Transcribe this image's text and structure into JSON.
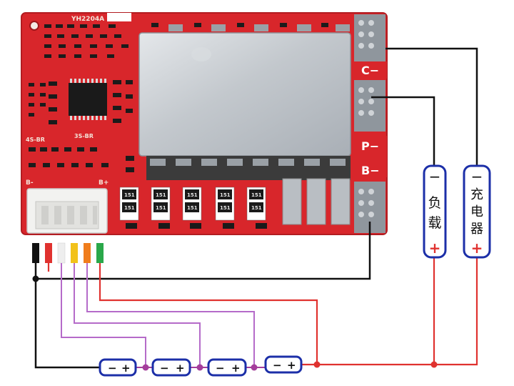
{
  "board": {
    "model": "YH2204A",
    "silk_left": "4S-BR",
    "silk_mid": "3S-BR",
    "silk_bminus": "B-",
    "silk_bplus": "B+",
    "resistor_code": "151"
  },
  "terminals": {
    "c_minus": "C−",
    "p_minus": "P−",
    "b_minus": "B−"
  },
  "load": {
    "minus": "−",
    "label_1": "负",
    "label_2": "载",
    "plus": "+"
  },
  "charger": {
    "minus": "−",
    "label_1": "充",
    "label_2": "电",
    "label_3": "器",
    "plus": "+"
  },
  "cells": [
    {
      "minus": "−",
      "plus": "+"
    },
    {
      "minus": "−",
      "plus": "+"
    },
    {
      "minus": "−",
      "plus": "+"
    },
    {
      "minus": "−",
      "plus": "+"
    }
  ],
  "colors": {
    "pcb_red": "#d8262b",
    "pcb_dark": "#a81a1f",
    "heatsink": "#c9cdd2",
    "wire_black": "#111111",
    "wire_red": "#e0322f",
    "wire_purple": "#b56bc9",
    "cell_blue": "#1c2fa8",
    "junction_purple": "#a43d9b"
  }
}
